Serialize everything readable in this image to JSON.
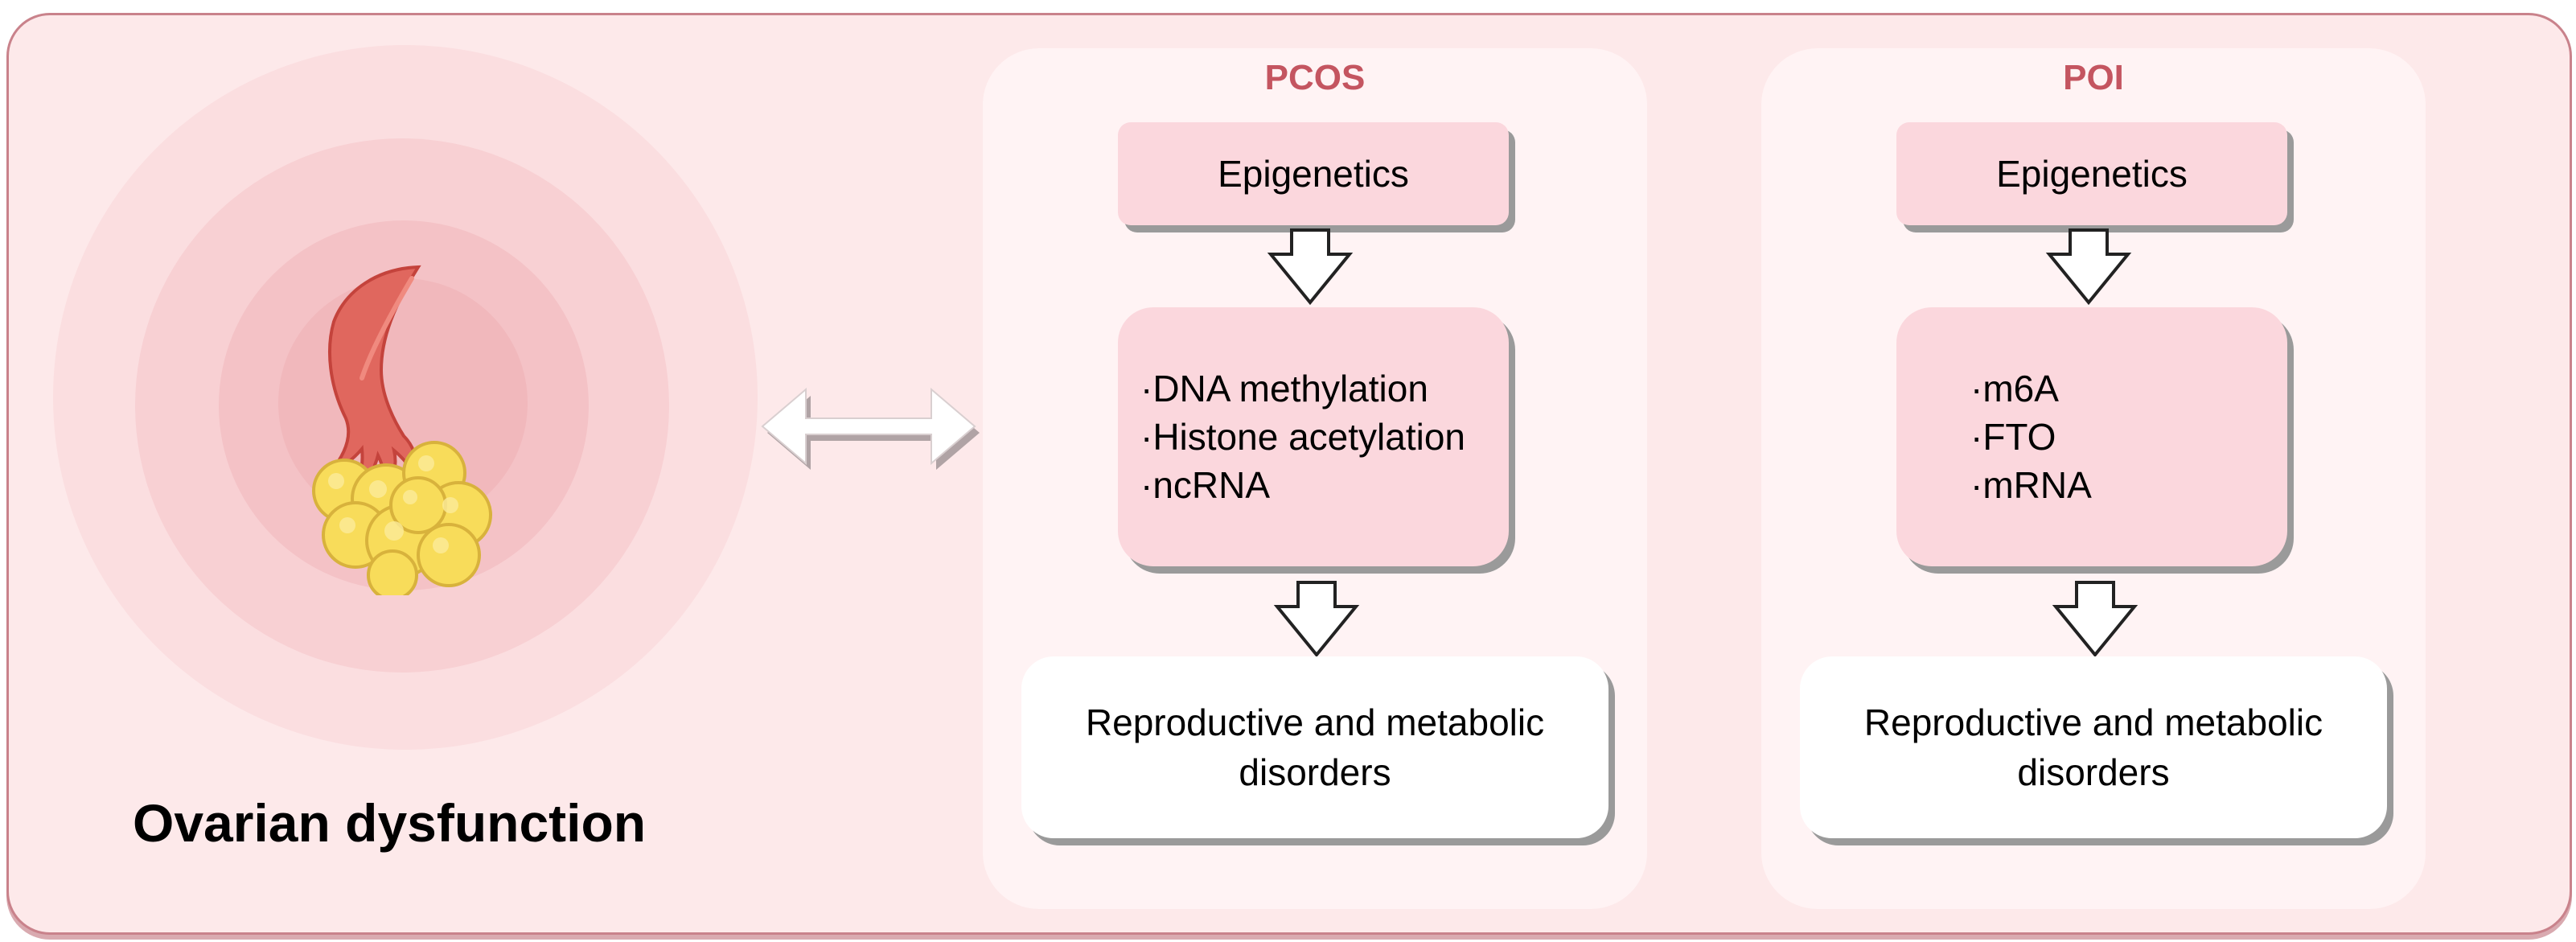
{
  "main_title": "Ovarian dysfunction",
  "colors": {
    "frame_fill": "#fde9ea",
    "frame_border": "#c9828b",
    "panel_fill": "#fff3f4",
    "heading_red": "#c45560",
    "box_pink": "#fbd7dd",
    "follicle_yellow": "#f8dc5a",
    "tube_red": "#e0675e"
  },
  "panels": [
    {
      "title": "PCOS",
      "top_box": "Epigenetics",
      "mechanisms": [
        "·DNA methylation",
        "·Histone acetylation",
        "·ncRNA"
      ],
      "outcome_line1": "Reproductive and metabolic",
      "outcome_line2": "disorders"
    },
    {
      "title": "POI",
      "top_box": "Epigenetics",
      "mechanisms": [
        "·m6A",
        "·FTO",
        "·mRNA"
      ],
      "outcome_line1": "Reproductive and metabolic",
      "outcome_line2": "disorders"
    }
  ]
}
